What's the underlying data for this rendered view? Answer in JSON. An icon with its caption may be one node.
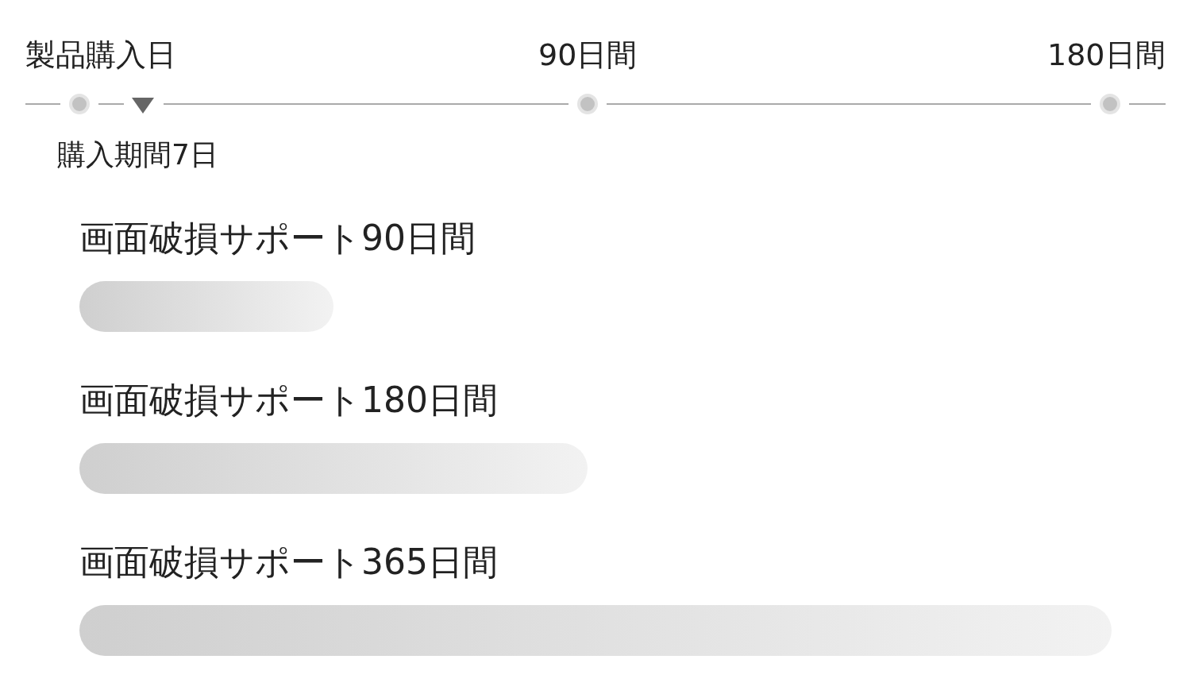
{
  "diagram": {
    "nodes": [
      {
        "text": [],
        "shape": "bar"
      },
      {
        "text": [],
        "shape": "bar"
      },
      {
        "text": [],
        "shape": "bar"
      }
    ],
    "labels": [
      "製品購入日",
      "90日間",
      "180日間",
      "購入期間7日",
      "画面破損サポート90日間",
      "画面破損サポート180日間",
      "画面破損サポート365日間"
    ]
  }
}
